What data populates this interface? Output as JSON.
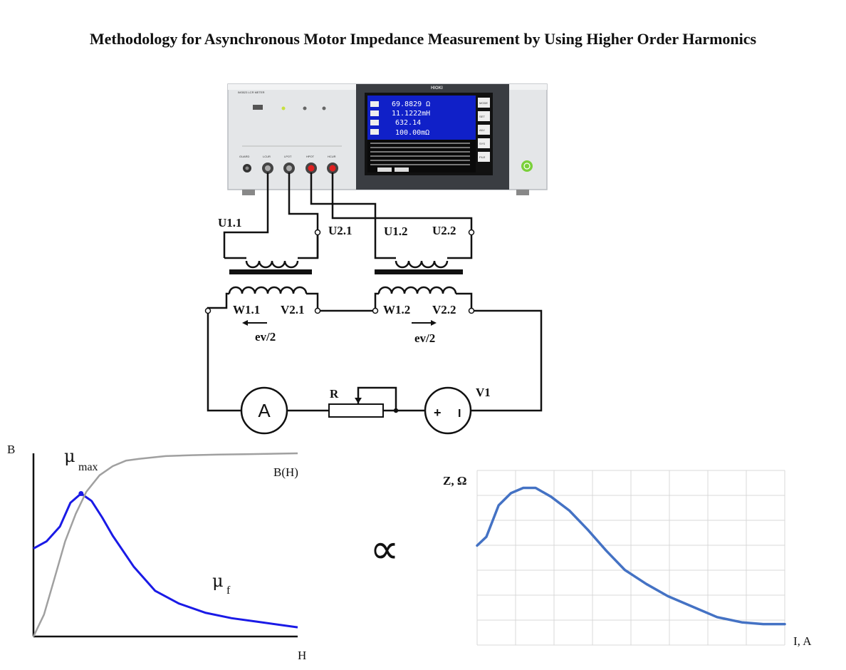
{
  "title": "Methodology for Asynchronous Motor Impedance Measurement by Using Higher Order Harmonics",
  "meter": {
    "brand": "HIOKI",
    "model": "IM3523 LCR METER",
    "readings": [
      "69.8829 Ω",
      "11.1222mH",
      "632.14",
      "100.00mΩ"
    ],
    "side_buttons": [
      "MODE",
      "SET",
      "ADJ",
      "SYS",
      "FILE"
    ],
    "terminals": [
      "GUARD",
      "LCUR",
      "LPOT",
      "HPOT",
      "HCUR"
    ]
  },
  "circuit": {
    "terminals": {
      "u11": "U1.1",
      "u21": "U2.1",
      "u12": "U1.2",
      "u22": "U2.2",
      "w11": "W1.1",
      "v21": "V2.1",
      "w12": "W1.2",
      "v22": "V2.2"
    },
    "emf_left": "ev/2",
    "emf_right": "ev/2",
    "ammeter": "A",
    "resistor": "R",
    "source": "V1",
    "source_plus": "+",
    "source_minus": "I"
  },
  "proportional_symbol": "∝",
  "chart_data": [
    {
      "type": "line",
      "title": "",
      "ylabel": "B",
      "xlabel": "H",
      "grid": false,
      "annotations": [
        "μ max",
        "μ f",
        "B(H)"
      ],
      "series": [
        {
          "name": "μ",
          "color": "#1a1ae6",
          "x": [
            0,
            0.05,
            0.1,
            0.14,
            0.18,
            0.22,
            0.26,
            0.3,
            0.38,
            0.46,
            0.55,
            0.65,
            0.75,
            0.85,
            1.0
          ],
          "y": [
            0.48,
            0.52,
            0.6,
            0.73,
            0.78,
            0.74,
            0.65,
            0.55,
            0.38,
            0.25,
            0.18,
            0.13,
            0.1,
            0.08,
            0.05
          ]
        },
        {
          "name": "B(H)",
          "color": "#a0a0a0",
          "x": [
            0,
            0.04,
            0.08,
            0.12,
            0.16,
            0.2,
            0.25,
            0.3,
            0.35,
            0.4,
            0.5,
            0.6,
            0.7,
            0.8,
            1.0
          ],
          "y": [
            0,
            0.12,
            0.32,
            0.52,
            0.67,
            0.79,
            0.88,
            0.93,
            0.96,
            0.97,
            0.985,
            0.99,
            0.993,
            0.995,
            1.0
          ]
        }
      ]
    },
    {
      "type": "line",
      "title": "",
      "ylabel": "Z, Ω",
      "xlabel": "I, A",
      "grid": true,
      "series": [
        {
          "name": "Z",
          "color": "#4472c4",
          "x": [
            0,
            0.03,
            0.07,
            0.11,
            0.15,
            0.19,
            0.24,
            0.3,
            0.36,
            0.42,
            0.48,
            0.55,
            0.62,
            0.7,
            0.78,
            0.86,
            0.93,
            1.0
          ],
          "y": [
            0.57,
            0.62,
            0.8,
            0.87,
            0.9,
            0.9,
            0.85,
            0.77,
            0.66,
            0.54,
            0.43,
            0.35,
            0.28,
            0.22,
            0.16,
            0.13,
            0.12,
            0.12
          ]
        }
      ]
    }
  ]
}
